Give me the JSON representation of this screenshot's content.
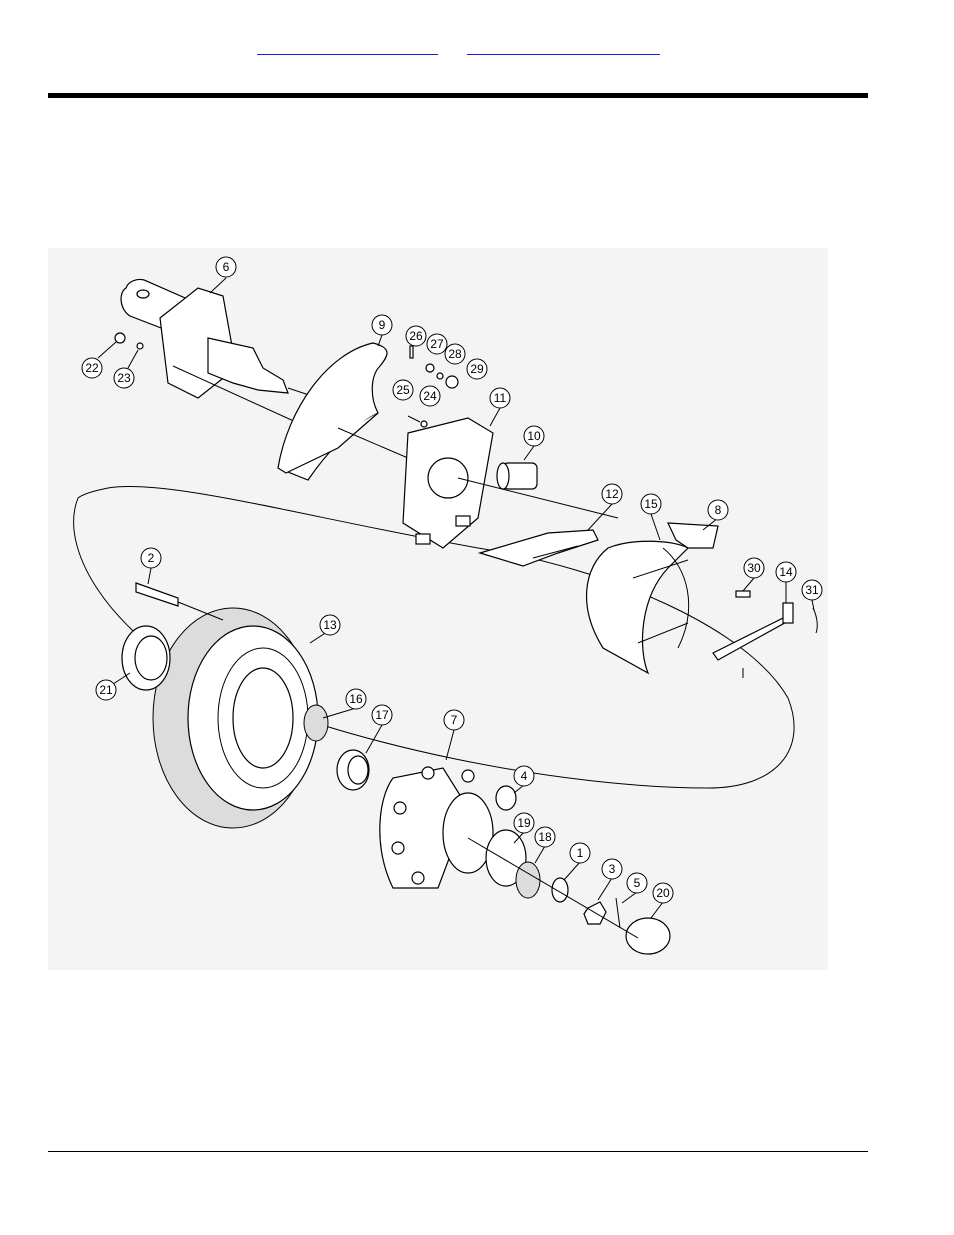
{
  "header": {
    "links": [
      "",
      ""
    ]
  },
  "figure": {
    "callouts": [
      "1",
      "2",
      "3",
      "4",
      "5",
      "6",
      "7",
      "8",
      "9",
      "10",
      "11",
      "12",
      "13",
      "14",
      "15",
      "16",
      "17",
      "18",
      "19",
      "20",
      "21",
      "22",
      "23",
      "24",
      "25",
      "26",
      "27",
      "28",
      "29",
      "30",
      "31"
    ]
  }
}
